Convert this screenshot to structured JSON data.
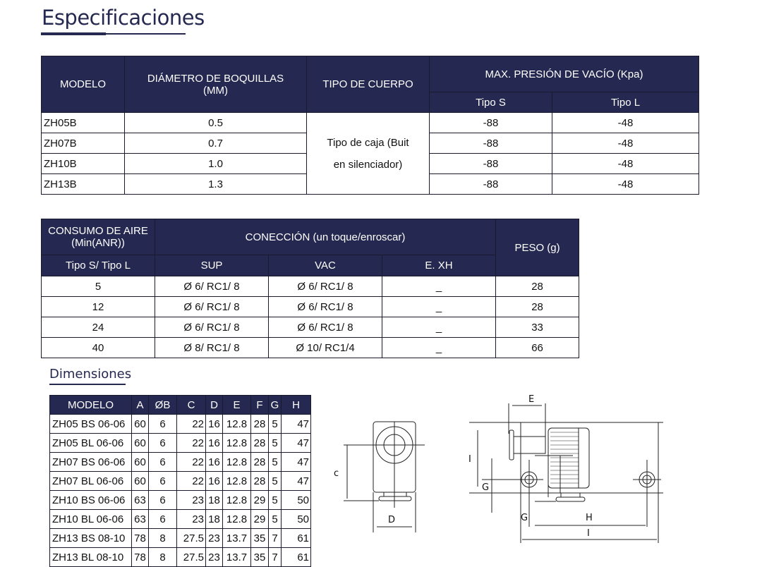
{
  "title": "Especificaciones",
  "dim_title": "Dimensiones",
  "spec_table": {
    "headers": {
      "modelo": "MODELO",
      "diametro": "DIÁMETRO DE BOQUILLAS",
      "diametro_unit": "(MM)",
      "cuerpo": "TIPO DE CUERPO",
      "presion": "MAX. PRESIÓN DE VACÍO (Kpa)",
      "tipo_s": "Tipo S",
      "tipo_l": "Tipo L"
    },
    "cuerpo_line1": "Tipo de caja (Buit",
    "cuerpo_line2": "en silenciador)",
    "rows": [
      {
        "modelo": "ZH05B",
        "diametro": "0.5",
        "s": "-88",
        "l": "-48"
      },
      {
        "modelo": "ZH07B",
        "diametro": "0.7",
        "s": "-88",
        "l": "-48"
      },
      {
        "modelo": "ZH10B",
        "diametro": "1.0",
        "s": "-88",
        "l": "-48"
      },
      {
        "modelo": "ZH13B",
        "diametro": "1.3",
        "s": "-88",
        "l": "-48"
      }
    ]
  },
  "air_table": {
    "headers": {
      "consumo1": "CONSUMO DE AIRE",
      "consumo2": "(Min(ANR))",
      "conexion": "CONECCIÓN (un toque/enroscar)",
      "peso": "PESO (g)",
      "tipo": "Tipo S/ Tipo L",
      "sup": "SUP",
      "vac": "VAC",
      "exh": "E. XH"
    },
    "rows": [
      {
        "consumo": "5",
        "sup": "Ø 6/ RC1/ 8",
        "vac": "Ø 6/ RC1/ 8",
        "exh": "_",
        "peso": "28"
      },
      {
        "consumo": "12",
        "sup": "Ø 6/ RC1/ 8",
        "vac": "Ø 6/ RC1/ 8",
        "exh": "_",
        "peso": "28"
      },
      {
        "consumo": "24",
        "sup": "Ø 6/ RC1/ 8",
        "vac": "Ø 6/ RC1/ 8",
        "exh": "_",
        "peso": "33"
      },
      {
        "consumo": "40",
        "sup": "Ø 8/ RC1/ 8",
        "vac": "Ø 10/ RC1/4",
        "exh": "_",
        "peso": "66"
      }
    ]
  },
  "dim_table": {
    "headers": [
      "MODELO",
      "A",
      "ØB",
      "C",
      "D",
      "E",
      "F",
      "G",
      "H"
    ],
    "rows": [
      [
        "ZH05 BS 06-06",
        "60",
        "6",
        "22",
        "16",
        "12.8",
        "28",
        "5",
        "47"
      ],
      [
        "ZH05 BL 06-06",
        "60",
        "6",
        "22",
        "16",
        "12.8",
        "28",
        "5",
        "47"
      ],
      [
        "ZH07 BS 06-06",
        "60",
        "6",
        "22",
        "16",
        "12.8",
        "28",
        "5",
        "47"
      ],
      [
        "ZH07 BL 06-06",
        "60",
        "6",
        "22",
        "16",
        "12.8",
        "28",
        "5",
        "47"
      ],
      [
        "ZH10 BS 06-06",
        "63",
        "6",
        "23",
        "18",
        "12.8",
        "29",
        "5",
        "50"
      ],
      [
        "ZH10 BL 06-06",
        "63",
        "6",
        "23",
        "18",
        "12.8",
        "29",
        "5",
        "50"
      ],
      [
        "ZH13 BS 08-10",
        "78",
        "8",
        "27.5",
        "23",
        "13.7",
        "35",
        "7",
        "61"
      ],
      [
        "ZH13 BL 08-10",
        "78",
        "8",
        "27.5",
        "23",
        "13.7",
        "35",
        "7",
        "61"
      ]
    ]
  },
  "diagram_labels": {
    "c": "c",
    "d": "D",
    "e": "E",
    "i_left": "I",
    "g_left": "G",
    "g_bottom": "G",
    "h": "H",
    "i_bottom": "I"
  }
}
